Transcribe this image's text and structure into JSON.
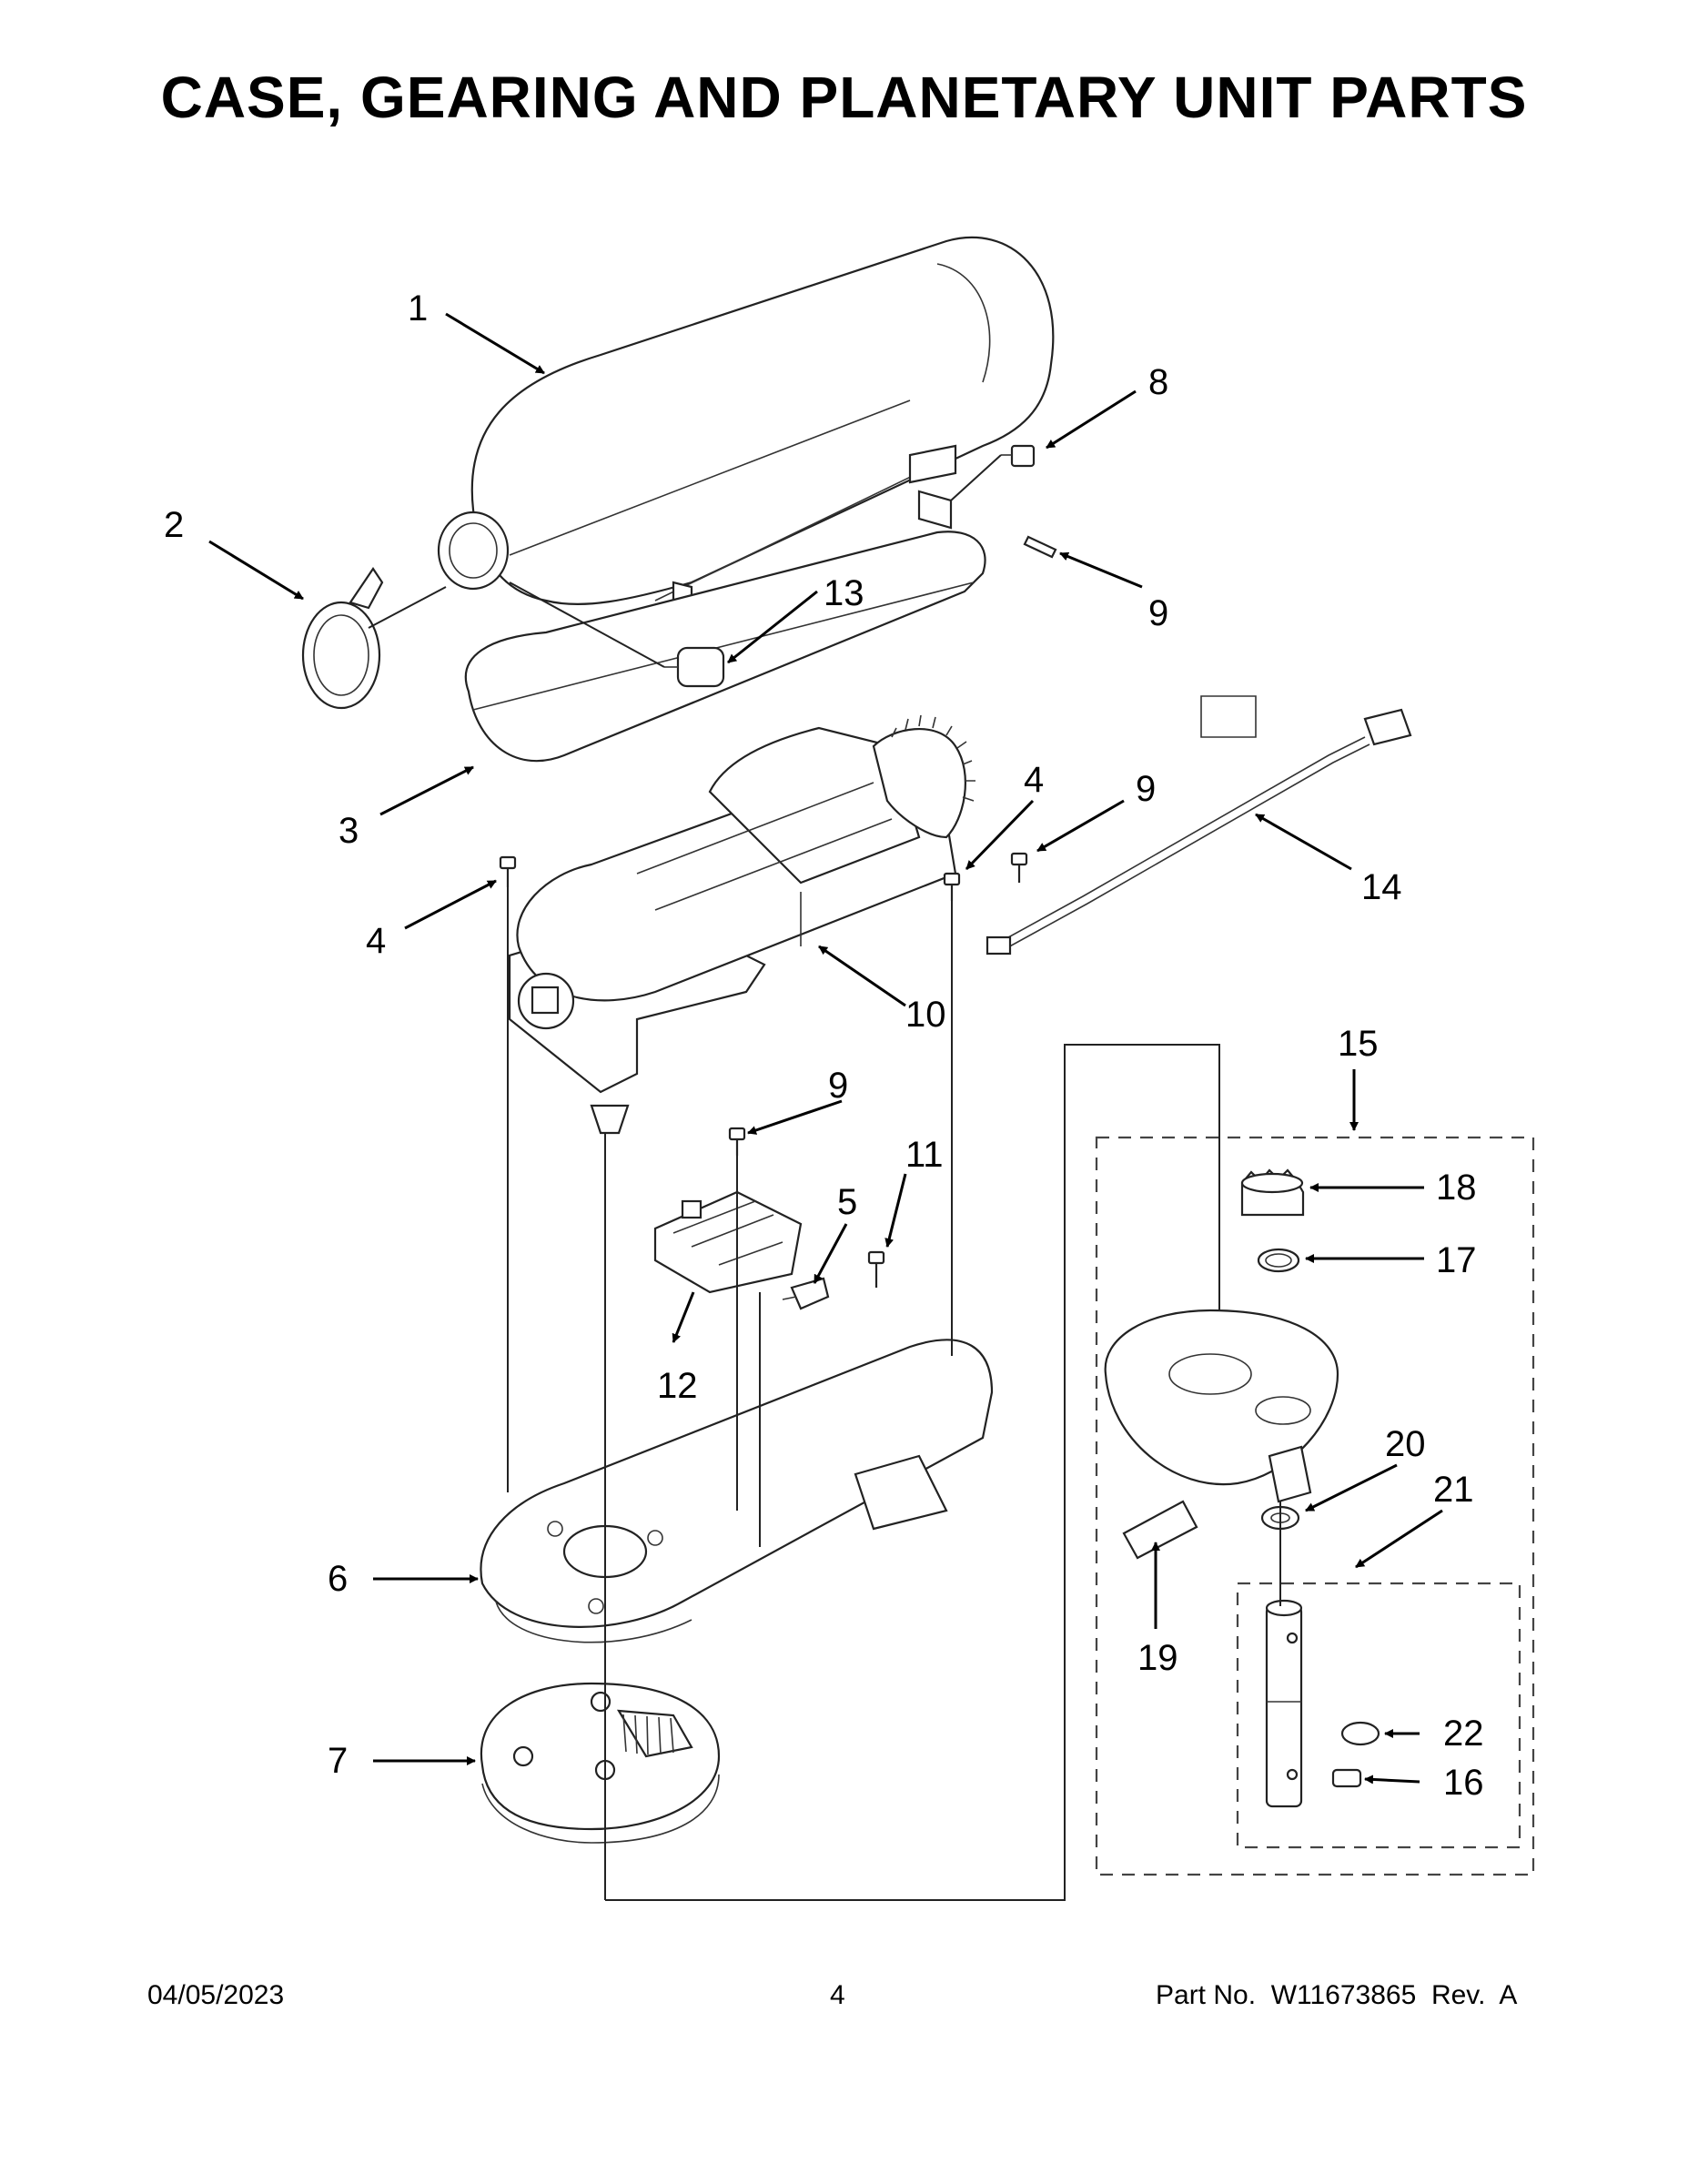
{
  "title": "CASE, GEARING AND PLANETARY UNIT PARTS",
  "footer": {
    "date": "04/05/2023",
    "page": "4",
    "part_no": "Part No.  W11673865  Rev.  A"
  },
  "callouts": [
    "1",
    "2",
    "3",
    "4",
    "4",
    "5",
    "6",
    "7",
    "8",
    "9",
    "9",
    "9",
    "10",
    "11",
    "12",
    "13",
    "14",
    "15",
    "16",
    "17",
    "18",
    "19",
    "20",
    "21",
    "22"
  ]
}
